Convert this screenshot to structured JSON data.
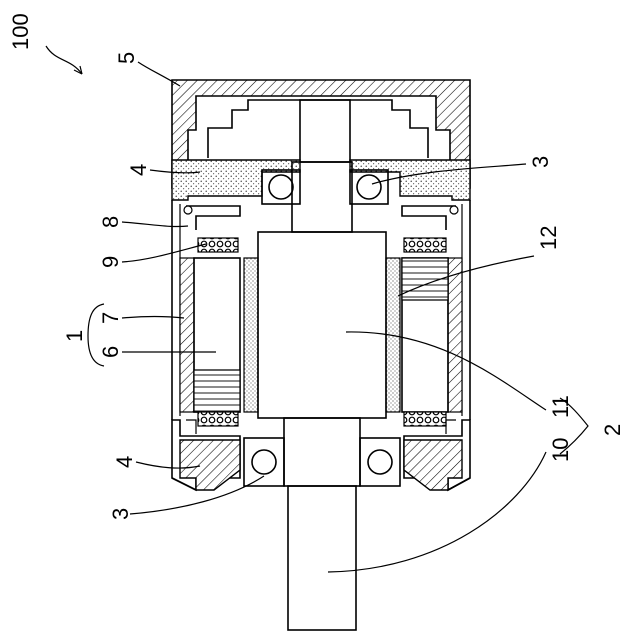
{
  "figure": {
    "assembly_label": "100",
    "labels": {
      "n1": "1",
      "n2": "2",
      "n3_top": "3",
      "n3_bottom": "3",
      "n4_top": "4",
      "n4_bottom": "4",
      "n5": "5",
      "n6": "6",
      "n7": "7",
      "n8": "8",
      "n9": "9",
      "n10": "10",
      "n11": "11",
      "n12": "12"
    }
  }
}
